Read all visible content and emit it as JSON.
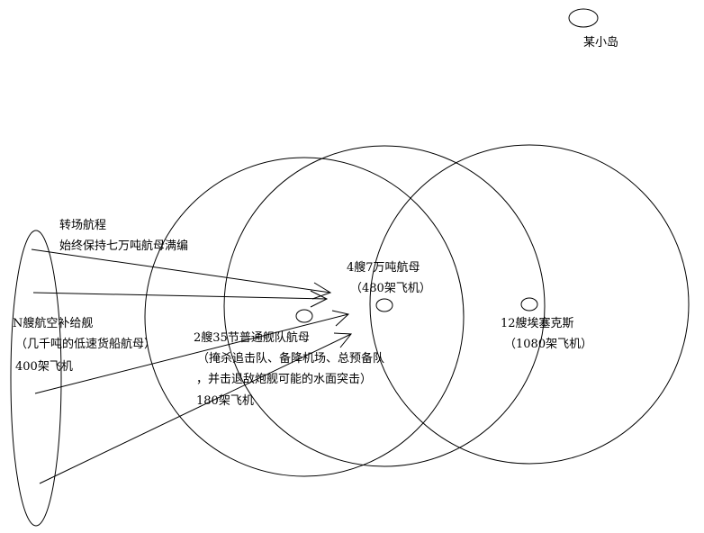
{
  "labels": {
    "island": "某小岛",
    "transit_title": "转场航程",
    "transit_note": "始终保持七万吨航母满编",
    "carriers_title": "4艘7万吨航母",
    "carriers_planes": "（480架飞机）",
    "supply_title": "N艘航空补给舰",
    "supply_note": "（几千吨的低速货船航母）",
    "supply_planes": "400架飞机",
    "fleet_title": "2艘35节普通舰队航母",
    "fleet_note1": "（掩杀追击队、备降机场、总预备队",
    "fleet_note2": "，并击退敌炮舰可能的水面突击）",
    "fleet_planes": "180架飞机",
    "aegis_title": "12艘埃塞克斯",
    "aegis_planes": "（1080架飞机）"
  },
  "colors": {
    "stroke": "#000000",
    "background": "#ffffff"
  }
}
